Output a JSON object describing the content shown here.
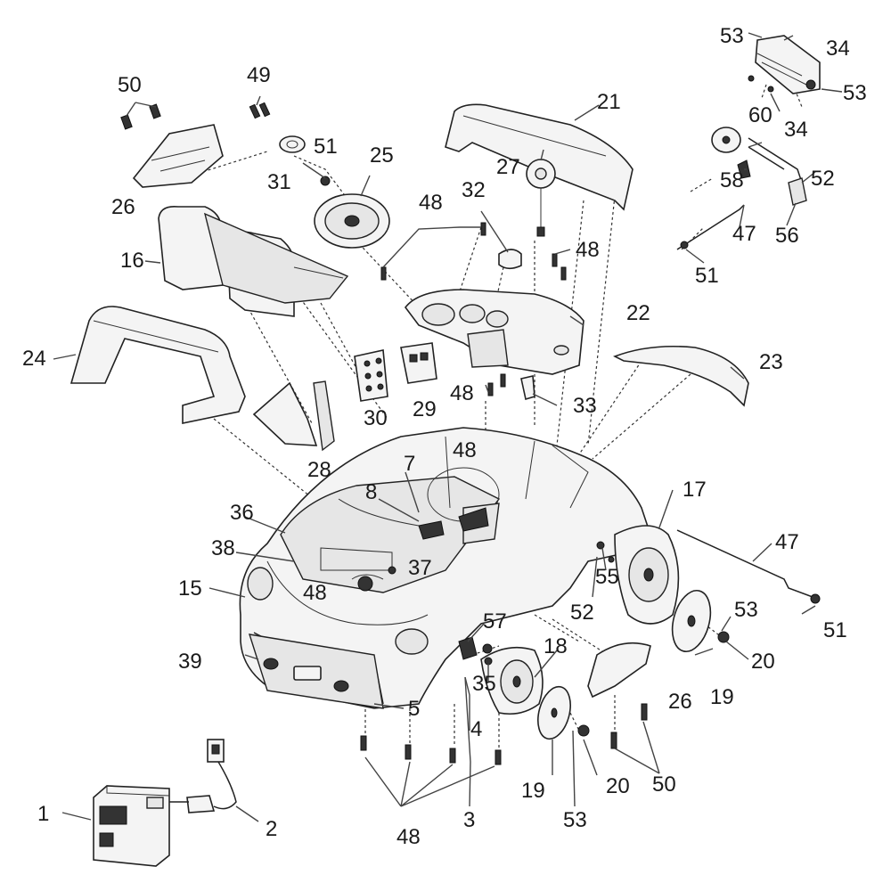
{
  "callouts": {
    "c1": "1",
    "c2": "2",
    "c3": "3",
    "c4": "4",
    "c5": "5",
    "c7": "7",
    "c8": "8",
    "c15": "15",
    "c16": "16",
    "c17": "17",
    "c18": "18",
    "c19a": "19",
    "c19b": "19",
    "c20a": "20",
    "c20b": "20",
    "c21": "21",
    "c22": "22",
    "c23": "23",
    "c24": "24",
    "c25": "25",
    "c26a": "26",
    "c26b": "26",
    "c27": "27",
    "c28": "28",
    "c29": "29",
    "c30": "30",
    "c31": "31",
    "c32": "32",
    "c33": "33",
    "c34a": "34",
    "c34b": "34",
    "c35": "35",
    "c36": "36",
    "c37": "37",
    "c38": "38",
    "c39": "39",
    "c47a": "47",
    "c47b": "47",
    "c48a": "48",
    "c48b": "48",
    "c48c": "48",
    "c48d": "48",
    "c48e": "48",
    "c48f": "48",
    "c49": "49",
    "c50a": "50",
    "c50b": "50",
    "c51a": "51",
    "c51b": "51",
    "c51c": "51",
    "c52a": "52",
    "c52b": "52",
    "c53a": "53",
    "c53b": "53",
    "c53c": "53",
    "c53d": "53",
    "c55": "55",
    "c56": "56",
    "c57": "57",
    "c58": "58",
    "c60": "60"
  }
}
